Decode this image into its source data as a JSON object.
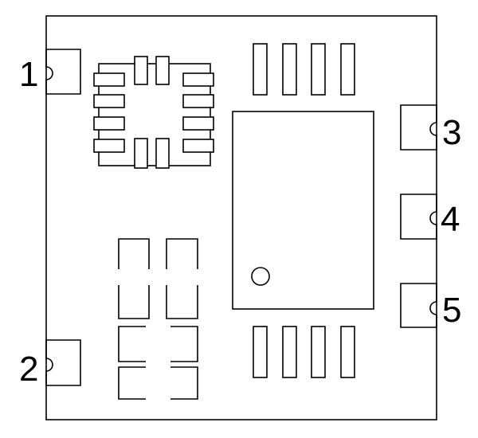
{
  "pins": {
    "pin1": "1",
    "pin2": "2",
    "pin3": "3",
    "pin4": "4",
    "pin5": "5"
  },
  "colors": {
    "line": "#000000",
    "background": "#ffffff"
  }
}
